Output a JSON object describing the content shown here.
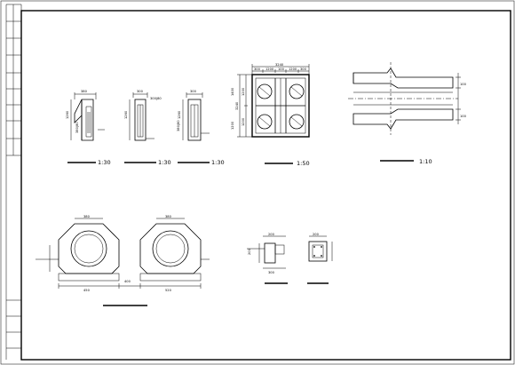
{
  "title_block": {
    "cells": [
      "",
      "",
      "",
      "",
      "",
      "",
      "",
      "",
      "",
      ""
    ],
    "bottom_labels": [
      "",
      "",
      ""
    ]
  },
  "scales": {
    "detail_1": "1:30",
    "detail_2": "1:30",
    "detail_3": "1:30",
    "plan": "1:50",
    "section": "1:10"
  },
  "dimensions": {
    "d1_top": "380",
    "d1_side": "1260",
    "d1_inner": "380|80",
    "d2_top": "300",
    "d2_side": "1260",
    "d2_inner": "300|80",
    "d3_top": "300",
    "d3_side": "1260",
    "d3_inner": "380|80",
    "plan_top": "3240",
    "plan_sub": [
      "300",
      "1200",
      "100",
      "1200",
      "300"
    ],
    "plan_side": "3240",
    "plan_side_sub": [
      "1200",
      "1200"
    ],
    "plan_left": [
      "1400",
      "1200"
    ],
    "sec_right_1": "100",
    "sec_right_2": "100",
    "pipe1_top": "380",
    "pipe1_bottom": "450",
    "pipe2_top": "380",
    "pipe2_bottom": "520",
    "pipe_join": "400",
    "sm1_top": "200",
    "sm1_left": "200",
    "sm1_bottom": "300",
    "sm2_top": "200"
  }
}
